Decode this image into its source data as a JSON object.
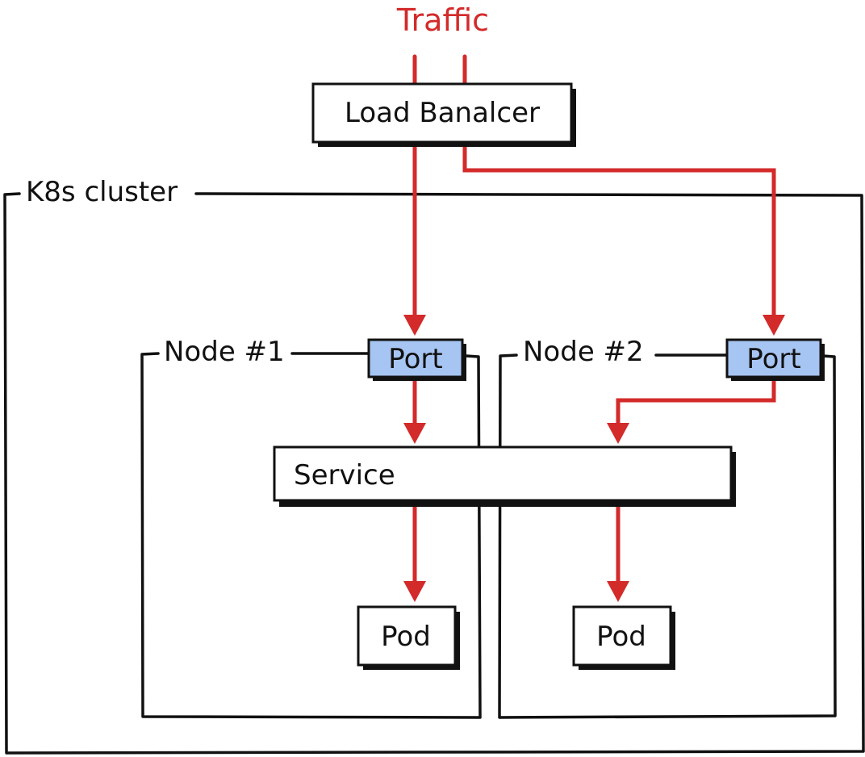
{
  "traffic_label": "Traffic",
  "load_balancer_label": "Load Banalcer",
  "cluster_label": "K8s cluster",
  "nodes": [
    {
      "label": "Node #1",
      "port_label": "Port",
      "pod_label": "Pod"
    },
    {
      "label": "Node #2",
      "port_label": "Port",
      "pod_label": "Pod"
    }
  ],
  "service_label": "Service",
  "colors": {
    "traffic": "#d32a2a",
    "port_fill": "#a7c5f2",
    "outline": "#111111"
  }
}
